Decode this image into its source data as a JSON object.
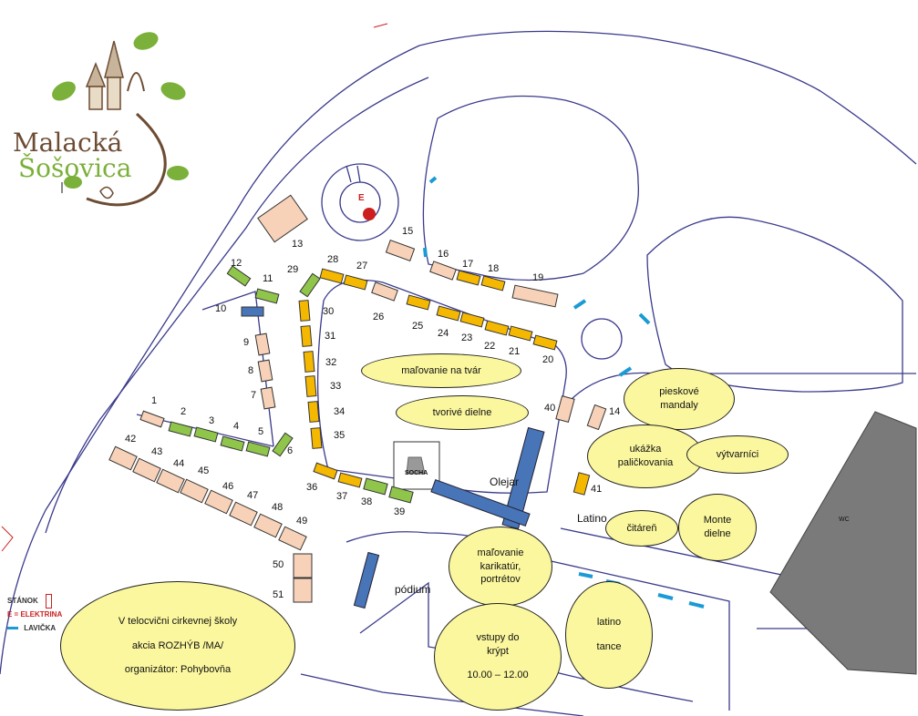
{
  "logo": {
    "line1": "Malacká",
    "line2": "Šošovica"
  },
  "stalls": [
    {
      "id": "1",
      "n": "1",
      "color": "#f7d2b8"
    },
    {
      "id": "2",
      "n": "2",
      "color": "#8fc54a"
    },
    {
      "id": "3",
      "n": "3",
      "color": "#8fc54a"
    },
    {
      "id": "4",
      "n": "4",
      "color": "#8fc54a"
    },
    {
      "id": "5",
      "n": "5",
      "color": "#8fc54a"
    },
    {
      "id": "6",
      "n": "6",
      "color": "#8fc54a"
    },
    {
      "id": "7",
      "n": "7",
      "color": "#f7d2b8"
    },
    {
      "id": "8",
      "n": "8",
      "color": "#f7d2b8"
    },
    {
      "id": "9",
      "n": "9",
      "color": "#f7d2b8"
    },
    {
      "id": "10",
      "n": "10",
      "color": "#4874b8"
    },
    {
      "id": "11",
      "n": "11",
      "color": "#8fc54a"
    },
    {
      "id": "12",
      "n": "12",
      "color": "#8fc54a"
    },
    {
      "id": "13",
      "n": "13",
      "color": "#f7d2b8"
    },
    {
      "id": "14",
      "n": "14",
      "color": "#f7d2b8"
    },
    {
      "id": "15",
      "n": "15",
      "color": "#f7d2b8"
    },
    {
      "id": "16",
      "n": "16",
      "color": "#f7d2b8"
    },
    {
      "id": "17",
      "n": "17",
      "color": "#f5b800"
    },
    {
      "id": "18",
      "n": "18",
      "color": "#f5b800"
    },
    {
      "id": "19",
      "n": "19",
      "color": "#f7d2b8"
    },
    {
      "id": "20",
      "n": "20",
      "color": "#f5b800"
    },
    {
      "id": "21",
      "n": "21",
      "color": "#f5b800"
    },
    {
      "id": "22",
      "n": "22",
      "color": "#f5b800"
    },
    {
      "id": "23",
      "n": "23",
      "color": "#f5b800"
    },
    {
      "id": "24",
      "n": "24",
      "color": "#f5b800"
    },
    {
      "id": "25",
      "n": "25",
      "color": "#f5b800"
    },
    {
      "id": "26",
      "n": "26",
      "color": "#f7d2b8"
    },
    {
      "id": "27",
      "n": "27",
      "color": "#f5b800"
    },
    {
      "id": "28",
      "n": "28",
      "color": "#f5b800"
    },
    {
      "id": "29",
      "n": "29",
      "color": "#8fc54a"
    },
    {
      "id": "30",
      "n": "30",
      "color": "#f5b800"
    },
    {
      "id": "31",
      "n": "31",
      "color": "#f5b800"
    },
    {
      "id": "32",
      "n": "32",
      "color": "#f5b800"
    },
    {
      "id": "33",
      "n": "33",
      "color": "#f5b800"
    },
    {
      "id": "34",
      "n": "34",
      "color": "#f5b800"
    },
    {
      "id": "35",
      "n": "35",
      "color": "#f5b800"
    },
    {
      "id": "36",
      "n": "36",
      "color": "#f5b800"
    },
    {
      "id": "37",
      "n": "37",
      "color": "#f5b800"
    },
    {
      "id": "38",
      "n": "38",
      "color": "#8fc54a"
    },
    {
      "id": "39",
      "n": "39",
      "color": "#8fc54a"
    },
    {
      "id": "40",
      "n": "40",
      "color": "#f7d2b8"
    },
    {
      "id": "41",
      "n": "41",
      "color": "#f5b800"
    },
    {
      "id": "42",
      "n": "42",
      "color": "#f7d2b8"
    },
    {
      "id": "43",
      "n": "43",
      "color": "#f7d2b8"
    },
    {
      "id": "44",
      "n": "44",
      "color": "#f7d2b8"
    },
    {
      "id": "45",
      "n": "45",
      "color": "#f7d2b8"
    },
    {
      "id": "46",
      "n": "46",
      "color": "#f7d2b8"
    },
    {
      "id": "47",
      "n": "47",
      "color": "#f7d2b8"
    },
    {
      "id": "48",
      "n": "48",
      "color": "#f7d2b8"
    },
    {
      "id": "49",
      "n": "49",
      "color": "#f7d2b8"
    },
    {
      "id": "50",
      "n": "50",
      "color": "#f7d2b8"
    },
    {
      "id": "51",
      "n": "51",
      "color": "#f7d2b8"
    }
  ],
  "labels": {
    "olejar": "Olejar",
    "latino": "Latino",
    "podium": "pódium",
    "socha": "SOCHA",
    "e_marker": "E",
    "wc": "WC"
  },
  "activities": [
    {
      "id": "malovanie-tvar",
      "lines": [
        "maľovanie na tvár"
      ]
    },
    {
      "id": "tvorive-dielne",
      "lines": [
        "tvorivé dielne"
      ]
    },
    {
      "id": "pieskove-mandaly",
      "lines": [
        "pieskové",
        "mandaly"
      ]
    },
    {
      "id": "ukazka-palickovania",
      "lines": [
        "ukážka",
        "paličkovania"
      ]
    },
    {
      "id": "vytvarnici",
      "lines": [
        "výtvarníci"
      ]
    },
    {
      "id": "citaren",
      "lines": [
        "čitáreň"
      ]
    },
    {
      "id": "monte-dielne",
      "lines": [
        "Monte",
        "dielne"
      ]
    },
    {
      "id": "malovanie-karikatur",
      "lines": [
        "maľovanie",
        "karikatúr,",
        "portrétov"
      ]
    },
    {
      "id": "latino-tance",
      "lines": [
        "latino",
        "",
        "tance"
      ]
    },
    {
      "id": "vstupy-krypt",
      "lines": [
        "vstupy do",
        "krýpt",
        "",
        "10.00 – 12.00"
      ]
    },
    {
      "id": "telocvicna",
      "lines": [
        "V telocvični cirkevnej školy",
        "",
        "akcia ROZHÝB /MA/",
        "",
        "organizátor: Pohybovňa"
      ]
    }
  ],
  "legend": {
    "stanok": "STÁNOK",
    "elektrina": "E = ELEKTRINA",
    "lavicka": "LAVIČKA"
  },
  "colors": {
    "peach": "#f7d2b8",
    "orange": "#f5b800",
    "green": "#8fc54a",
    "blue": "#4874b8",
    "yellow_area": "#fbf79e",
    "path": "#3a3a8c",
    "bench": "#1a9ad6",
    "electric": "#cc1f1f",
    "wc_gray": "#7a7a7a"
  }
}
